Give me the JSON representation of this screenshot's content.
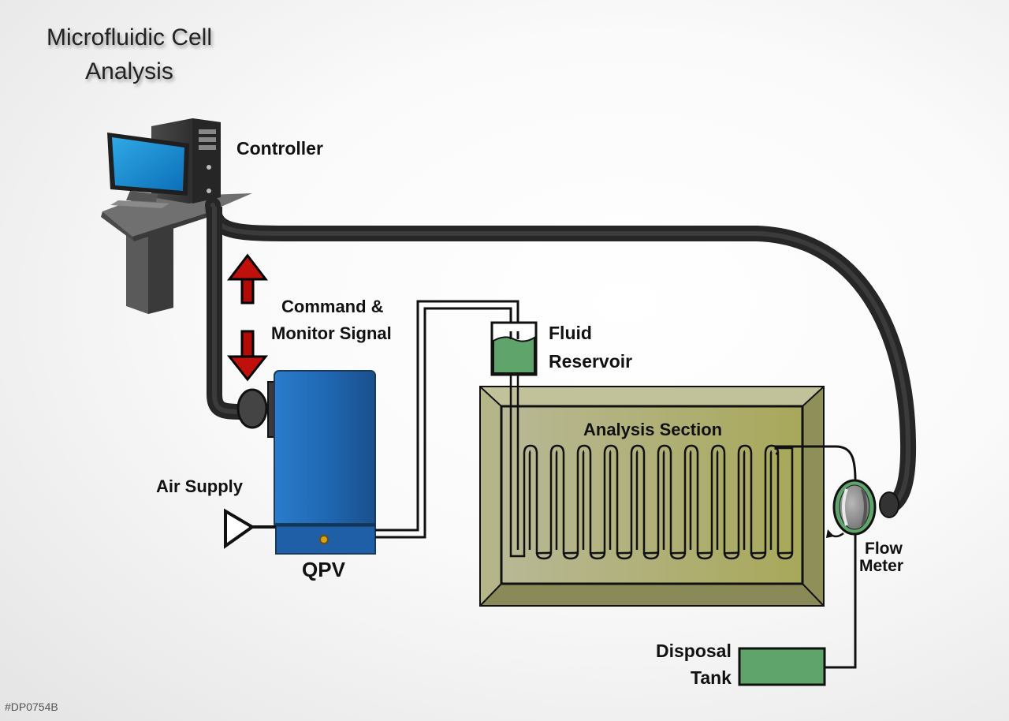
{
  "title": {
    "line1": "Microfluidic Cell",
    "line2": "Analysis"
  },
  "labels": {
    "controller": "Controller",
    "signal_line1": "Command &",
    "signal_line2": "Monitor Signal",
    "fluid_line1": "Fluid",
    "fluid_line2": "Reservoir",
    "analysis": "Analysis Section",
    "air_supply": "Air Supply",
    "qpv": "QPV",
    "flow_line1": "Flow",
    "flow_line2": "Meter",
    "disposal_line1": "Disposal",
    "disposal_line2": "Tank"
  },
  "watermark": "#DP0754B",
  "colors": {
    "qpv_blue": "#1f6fb8",
    "fluid_green": "#5fa56b",
    "analysis_olive": "#a9a97a",
    "signal_red": "#c0100c",
    "cable": "#2b2b2b"
  }
}
